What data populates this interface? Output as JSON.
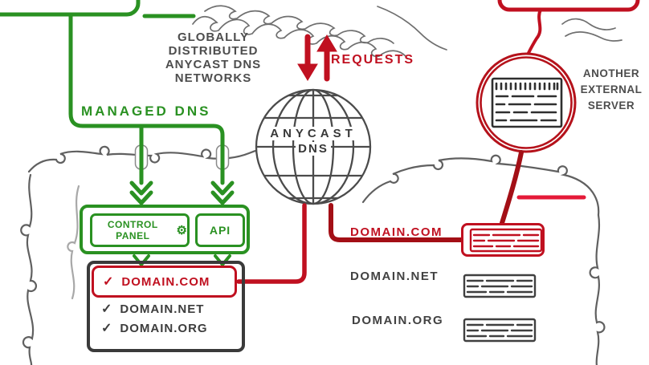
{
  "managed_dns": {
    "wire_label": "MANAGED DNS",
    "control_panel_label": "CONTROL PANEL",
    "gear_icon": "⚙",
    "api_label": "API",
    "domains": [
      {
        "check": "✓",
        "name": "DOMAIN.COM",
        "highlighted": true
      },
      {
        "check": "✓",
        "name": "DOMAIN.NET",
        "highlighted": false
      },
      {
        "check": "✓",
        "name": "DOMAIN.ORG",
        "highlighted": false
      }
    ]
  },
  "network": {
    "caption_lines": [
      "GLOBALLY",
      "DISTRIBUTED",
      "ANYCAST DNS",
      "NETWORKS"
    ],
    "globe_line1": "ANYCAST",
    "globe_line2": "DNS",
    "requests_label": "REQUESTS"
  },
  "external_master": {
    "caption_lines": [
      "ANOTHER",
      "EXTERNAL",
      "SERVER"
    ]
  },
  "zones": [
    {
      "name": "DOMAIN.COM",
      "highlighted": true
    },
    {
      "name": "DOMAIN.NET",
      "highlighted": false
    },
    {
      "name": "DOMAIN.ORG",
      "highlighted": false
    }
  ],
  "colors": {
    "green": "#2a9122",
    "red": "#c01020",
    "dark_red": "#a30f16",
    "bright_red": "#e51a38",
    "sketch_gray": "#4f4f4f",
    "dark_gray": "#3a3a3a"
  }
}
